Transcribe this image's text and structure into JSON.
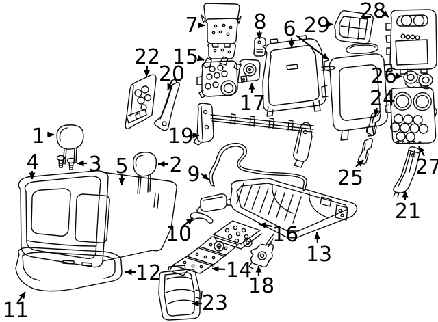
{
  "diagram": {
    "kind": "exploded-parts-diagram",
    "background_color": "#ffffff",
    "line_color": "#0a0a0a",
    "label_color": "#000000",
    "callout_count": 29
  },
  "callouts": [
    {
      "number": "1"
    },
    {
      "number": "2"
    },
    {
      "number": "3"
    },
    {
      "number": "4"
    },
    {
      "number": "5"
    },
    {
      "number": "6"
    },
    {
      "number": "7"
    },
    {
      "number": "8"
    },
    {
      "number": "9"
    },
    {
      "number": "10"
    },
    {
      "number": "11"
    },
    {
      "number": "12"
    },
    {
      "number": "13"
    },
    {
      "number": "14"
    },
    {
      "number": "15"
    },
    {
      "number": "16"
    },
    {
      "number": "17"
    },
    {
      "number": "18"
    },
    {
      "number": "19"
    },
    {
      "number": "20"
    },
    {
      "number": "21"
    },
    {
      "number": "22"
    },
    {
      "number": "23"
    },
    {
      "number": "24"
    },
    {
      "number": "25"
    },
    {
      "number": "26"
    },
    {
      "number": "27"
    },
    {
      "number": "28"
    },
    {
      "number": "29"
    }
  ]
}
